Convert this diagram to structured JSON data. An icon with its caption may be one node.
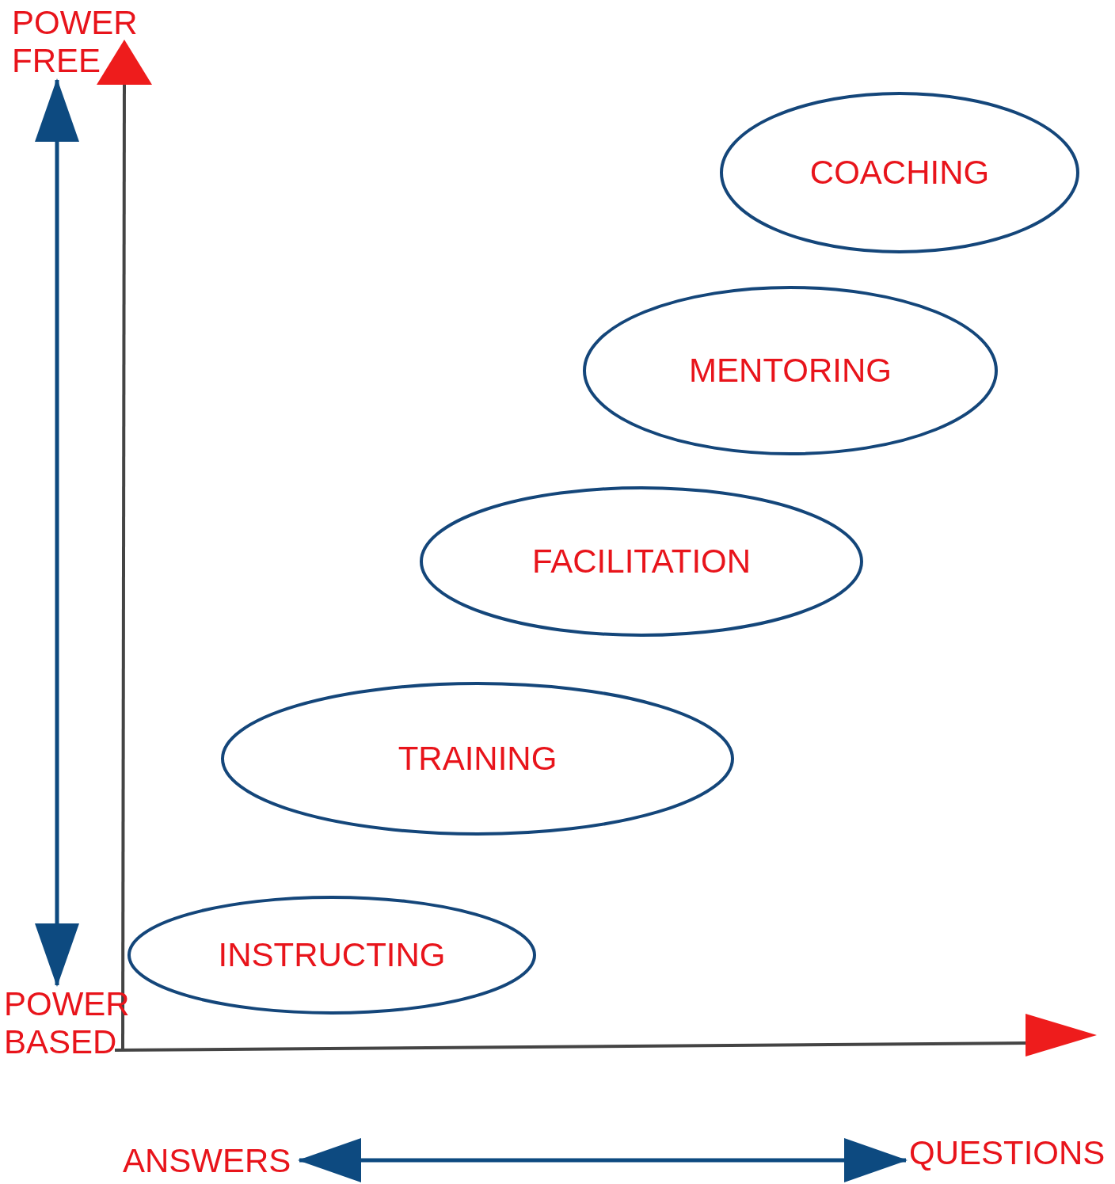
{
  "diagram": {
    "nodes": [
      {
        "text": [
          "POWER FREE"
        ]
      },
      {
        "text": [
          "COACHING"
        ]
      },
      {
        "text": [
          "MENTORING"
        ]
      },
      {
        "text": [
          "FACILITATION"
        ]
      },
      {
        "text": [
          "TRAINING"
        ]
      },
      {
        "text": [
          "INSTRUCTING"
        ]
      },
      {
        "text": [
          "POWER BASED"
        ]
      },
      {
        "text": [
          "ANSWERS"
        ]
      },
      {
        "text": [
          "QUESTIONS"
        ]
      }
    ],
    "edges": [
      {
        "from": 0,
        "to": 6,
        "arrow": "both"
      },
      {
        "from": 7,
        "to": 8,
        "arrow": "both"
      }
    ]
  }
}
